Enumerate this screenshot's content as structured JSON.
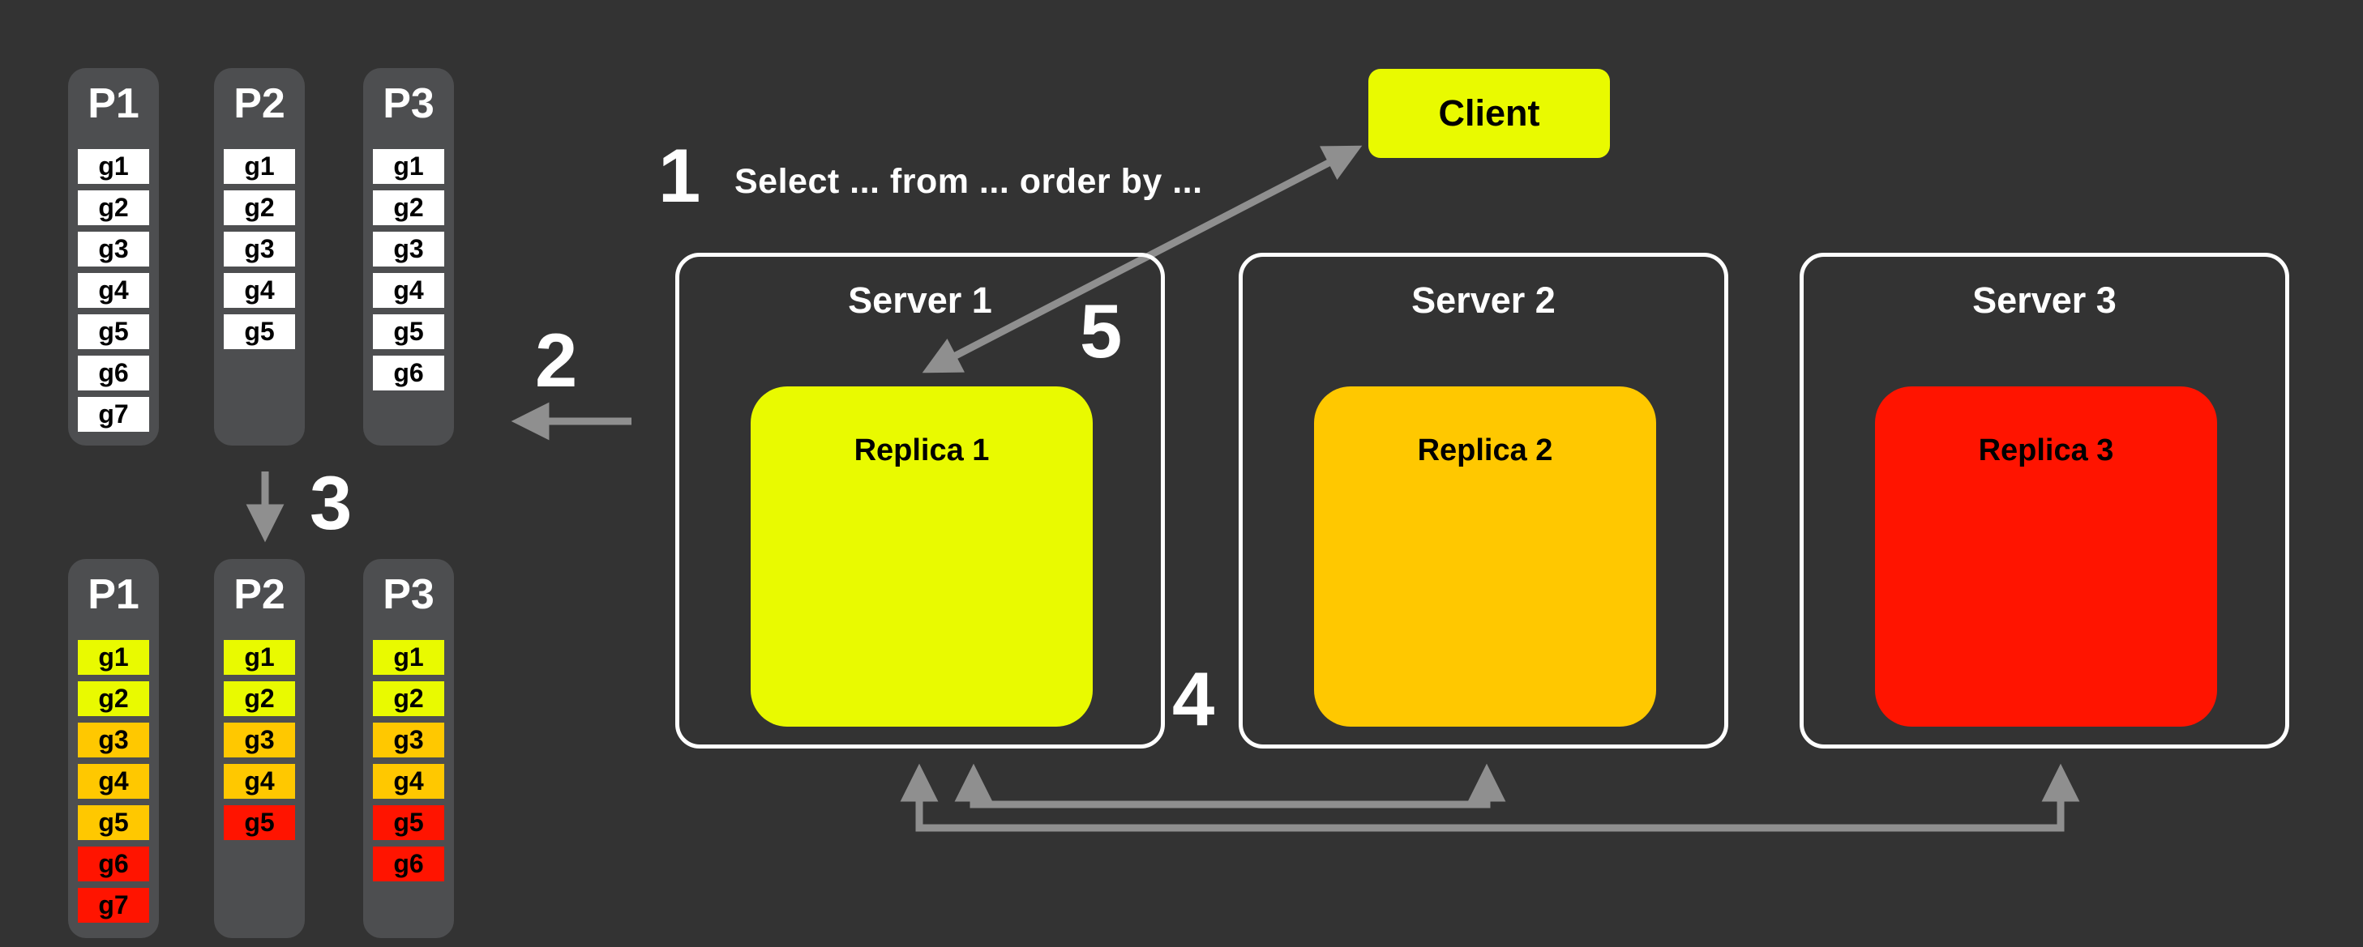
{
  "colors": {
    "background": "#333333",
    "partition_column": "#4d4e50",
    "item_white": "#ffffff",
    "heat_yellow": "#e9fa00",
    "heat_orange": "#ffc800",
    "heat_red": "#ff1400",
    "arrow_gray": "#8f8f8f",
    "server_border": "#ffffff",
    "text_light": "#ffffff",
    "text_dark": "#000000"
  },
  "steps": {
    "s1": "1",
    "s2": "2",
    "s3": "3",
    "s4": "4",
    "s5": "5"
  },
  "query_text": "Select ... from ... order by ...",
  "client": {
    "label": "Client"
  },
  "partitions_before": [
    {
      "name": "P1",
      "items": [
        {
          "label": "g1",
          "color": "white"
        },
        {
          "label": "g2",
          "color": "white"
        },
        {
          "label": "g3",
          "color": "white"
        },
        {
          "label": "g4",
          "color": "white"
        },
        {
          "label": "g5",
          "color": "white"
        },
        {
          "label": "g6",
          "color": "white"
        },
        {
          "label": "g7",
          "color": "white"
        }
      ]
    },
    {
      "name": "P2",
      "items": [
        {
          "label": "g1",
          "color": "white"
        },
        {
          "label": "g2",
          "color": "white"
        },
        {
          "label": "g3",
          "color": "white"
        },
        {
          "label": "g4",
          "color": "white"
        },
        {
          "label": "g5",
          "color": "white"
        }
      ]
    },
    {
      "name": "P3",
      "items": [
        {
          "label": "g1",
          "color": "white"
        },
        {
          "label": "g2",
          "color": "white"
        },
        {
          "label": "g3",
          "color": "white"
        },
        {
          "label": "g4",
          "color": "white"
        },
        {
          "label": "g5",
          "color": "white"
        },
        {
          "label": "g6",
          "color": "white"
        }
      ]
    }
  ],
  "partitions_after": [
    {
      "name": "P1",
      "items": [
        {
          "label": "g1",
          "color": "yellow"
        },
        {
          "label": "g2",
          "color": "yellow"
        },
        {
          "label": "g3",
          "color": "orange"
        },
        {
          "label": "g4",
          "color": "orange"
        },
        {
          "label": "g5",
          "color": "orange"
        },
        {
          "label": "g6",
          "color": "red"
        },
        {
          "label": "g7",
          "color": "red"
        }
      ]
    },
    {
      "name": "P2",
      "items": [
        {
          "label": "g1",
          "color": "yellow"
        },
        {
          "label": "g2",
          "color": "yellow"
        },
        {
          "label": "g3",
          "color": "orange"
        },
        {
          "label": "g4",
          "color": "orange"
        },
        {
          "label": "g5",
          "color": "red"
        }
      ]
    },
    {
      "name": "P3",
      "items": [
        {
          "label": "g1",
          "color": "yellow"
        },
        {
          "label": "g2",
          "color": "yellow"
        },
        {
          "label": "g3",
          "color": "orange"
        },
        {
          "label": "g4",
          "color": "orange"
        },
        {
          "label": "g5",
          "color": "red"
        },
        {
          "label": "g6",
          "color": "red"
        }
      ]
    }
  ],
  "servers": [
    {
      "title": "Server 1",
      "replica": {
        "label": "Replica 1",
        "color": "yellow"
      }
    },
    {
      "title": "Server 2",
      "replica": {
        "label": "Replica 2",
        "color": "orange"
      }
    },
    {
      "title": "Server 3",
      "replica": {
        "label": "Replica 3",
        "color": "red"
      }
    }
  ]
}
